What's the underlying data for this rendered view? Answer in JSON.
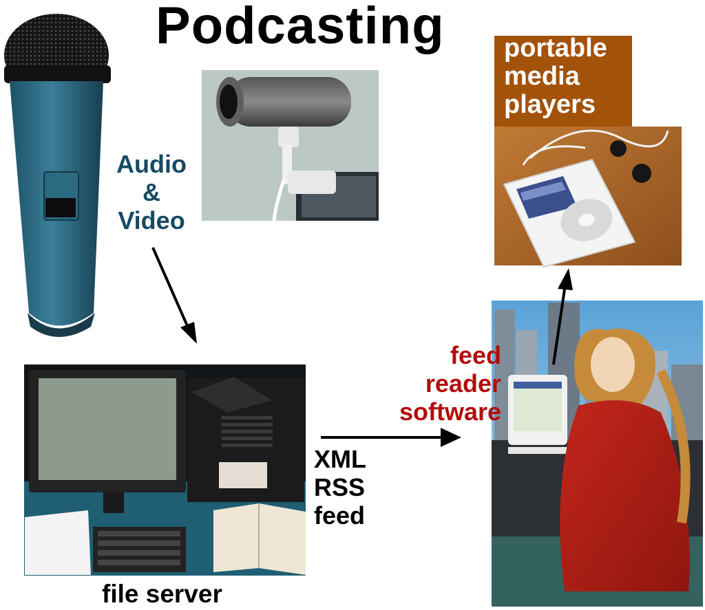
{
  "title": "Podcasting",
  "labels": {
    "audio_video": [
      "Audio",
      "&",
      "Video"
    ],
    "portable_media_players": [
      "portable",
      "media",
      "players"
    ],
    "feed_reader_software": [
      "feed",
      "reader",
      "software"
    ],
    "xml_rss_feed": [
      "XML",
      "RSS",
      "feed"
    ],
    "file_server": "file server"
  },
  "colors": {
    "audio_video_text": "#174a63",
    "feed_reader_text": "#b40b0b",
    "pmp_box": "#a3520a",
    "arrows": "#000000"
  },
  "illustrations": [
    "microphone",
    "webcam",
    "media-player-with-earbuds",
    "computer-workstation",
    "woman-with-computer-in-city"
  ]
}
